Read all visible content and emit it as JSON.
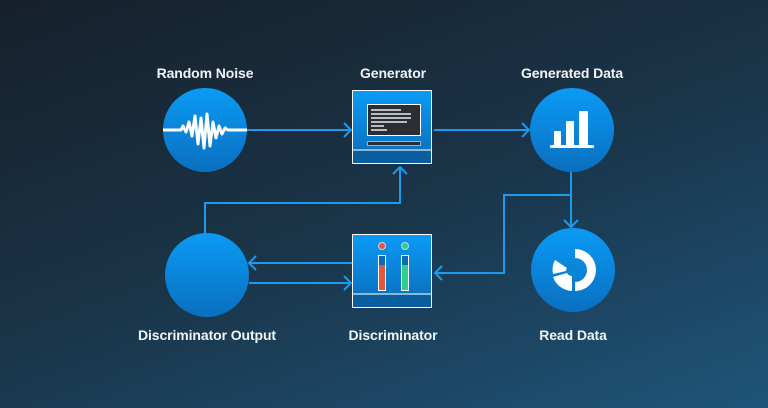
{
  "title": "GAN Architecture Flow",
  "colors": {
    "accent": "#0a9bf5",
    "line": "#1a9bf0",
    "fake_bar": "#e4573a",
    "real_bar": "#2ecf8a",
    "label": "#f2f5f8"
  },
  "nodes": {
    "random_noise": {
      "label": "Random Noise",
      "icon": "waveform-icon"
    },
    "generator": {
      "label": "Generator",
      "icon": "terminal-screen-icon"
    },
    "generated_data": {
      "label": "Generated Data",
      "icon": "bar-chart-icon"
    },
    "discriminator_output": {
      "label": "Discriminator Output",
      "icon": "blank-circle"
    },
    "discriminator": {
      "label": "Discriminator",
      "icon": "gauge-bars-icon"
    },
    "read_data": {
      "label": "Read Data",
      "icon": "pie-chart-icon"
    }
  },
  "edges": [
    {
      "from": "Random Noise",
      "to": "Generator"
    },
    {
      "from": "Generator",
      "to": "Generated Data"
    },
    {
      "from": "Generated Data",
      "to": "Read Data"
    },
    {
      "from": "Generated Data",
      "to": "Discriminator"
    },
    {
      "from": "Discriminator",
      "to": "Discriminator Output"
    },
    {
      "from": "Discriminator Output",
      "to": "Discriminator"
    },
    {
      "from": "Discriminator Output",
      "to": "Generator"
    }
  ]
}
